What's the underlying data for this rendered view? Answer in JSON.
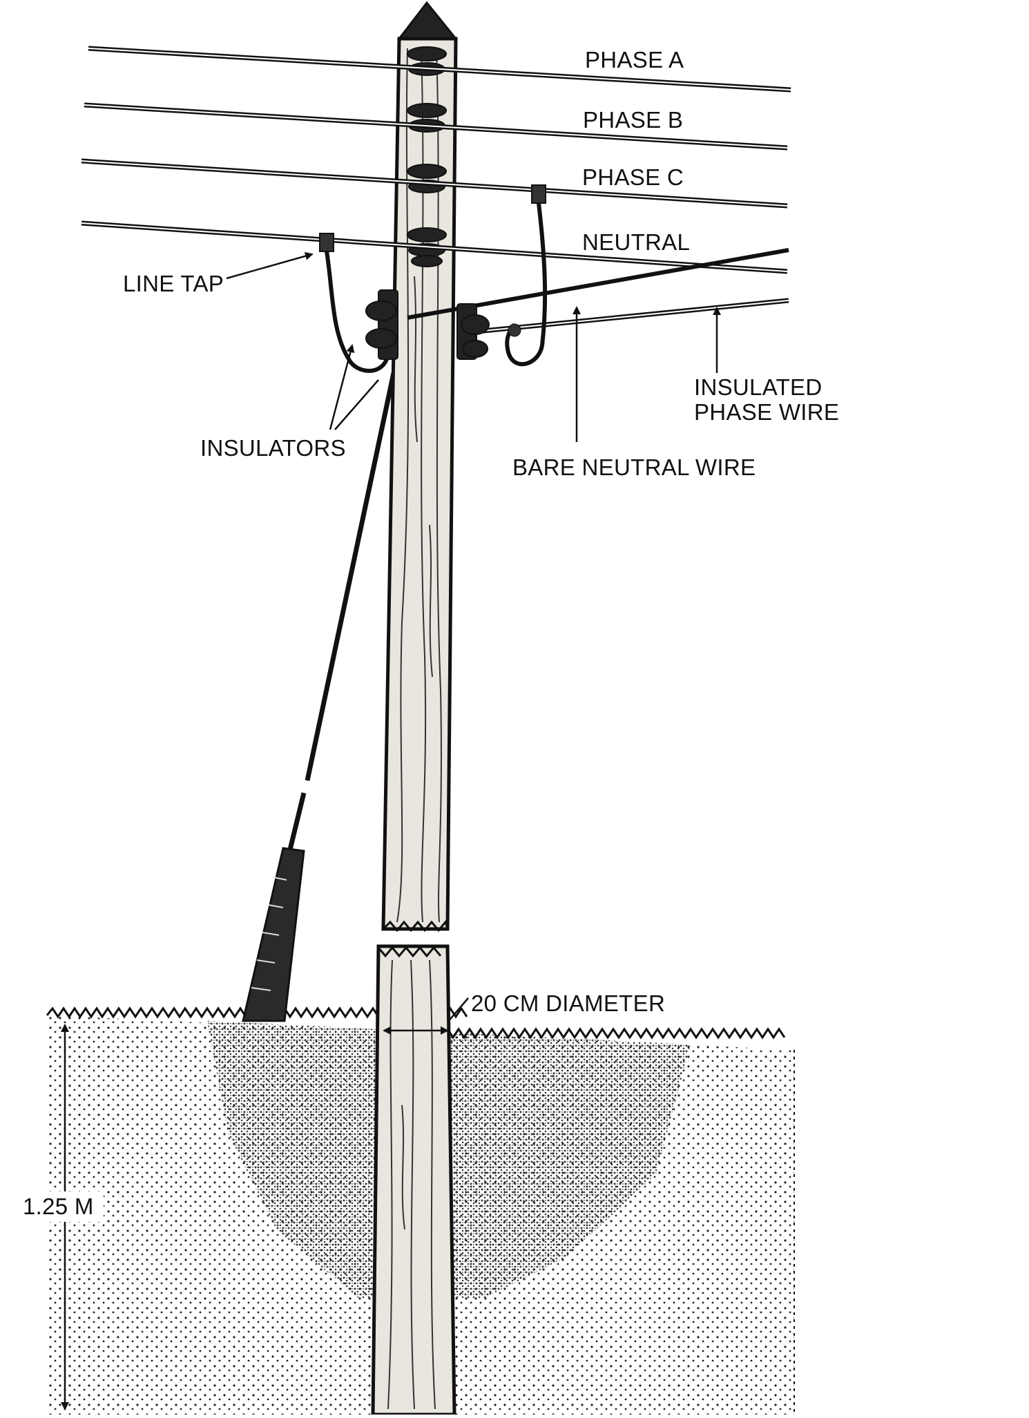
{
  "labels": {
    "phase_a": "PHASE A",
    "phase_b": "PHASE B",
    "phase_c": "PHASE C",
    "neutral": "NEUTRAL",
    "line_tap": "LINE TAP",
    "insulators": "INSULATORS",
    "insulated_phase_wire_line1": "INSULATED",
    "insulated_phase_wire_line2": "PHASE WIRE",
    "bare_neutral_wire": "BARE NEUTRAL WIRE",
    "diameter": "20 CM DIAMETER",
    "depth": "1.25 M"
  },
  "colors": {
    "ink": "#111111",
    "paper": "#ffffff",
    "pole_shade": "#e9e6df"
  },
  "icons": [
    "arrow-icon"
  ]
}
